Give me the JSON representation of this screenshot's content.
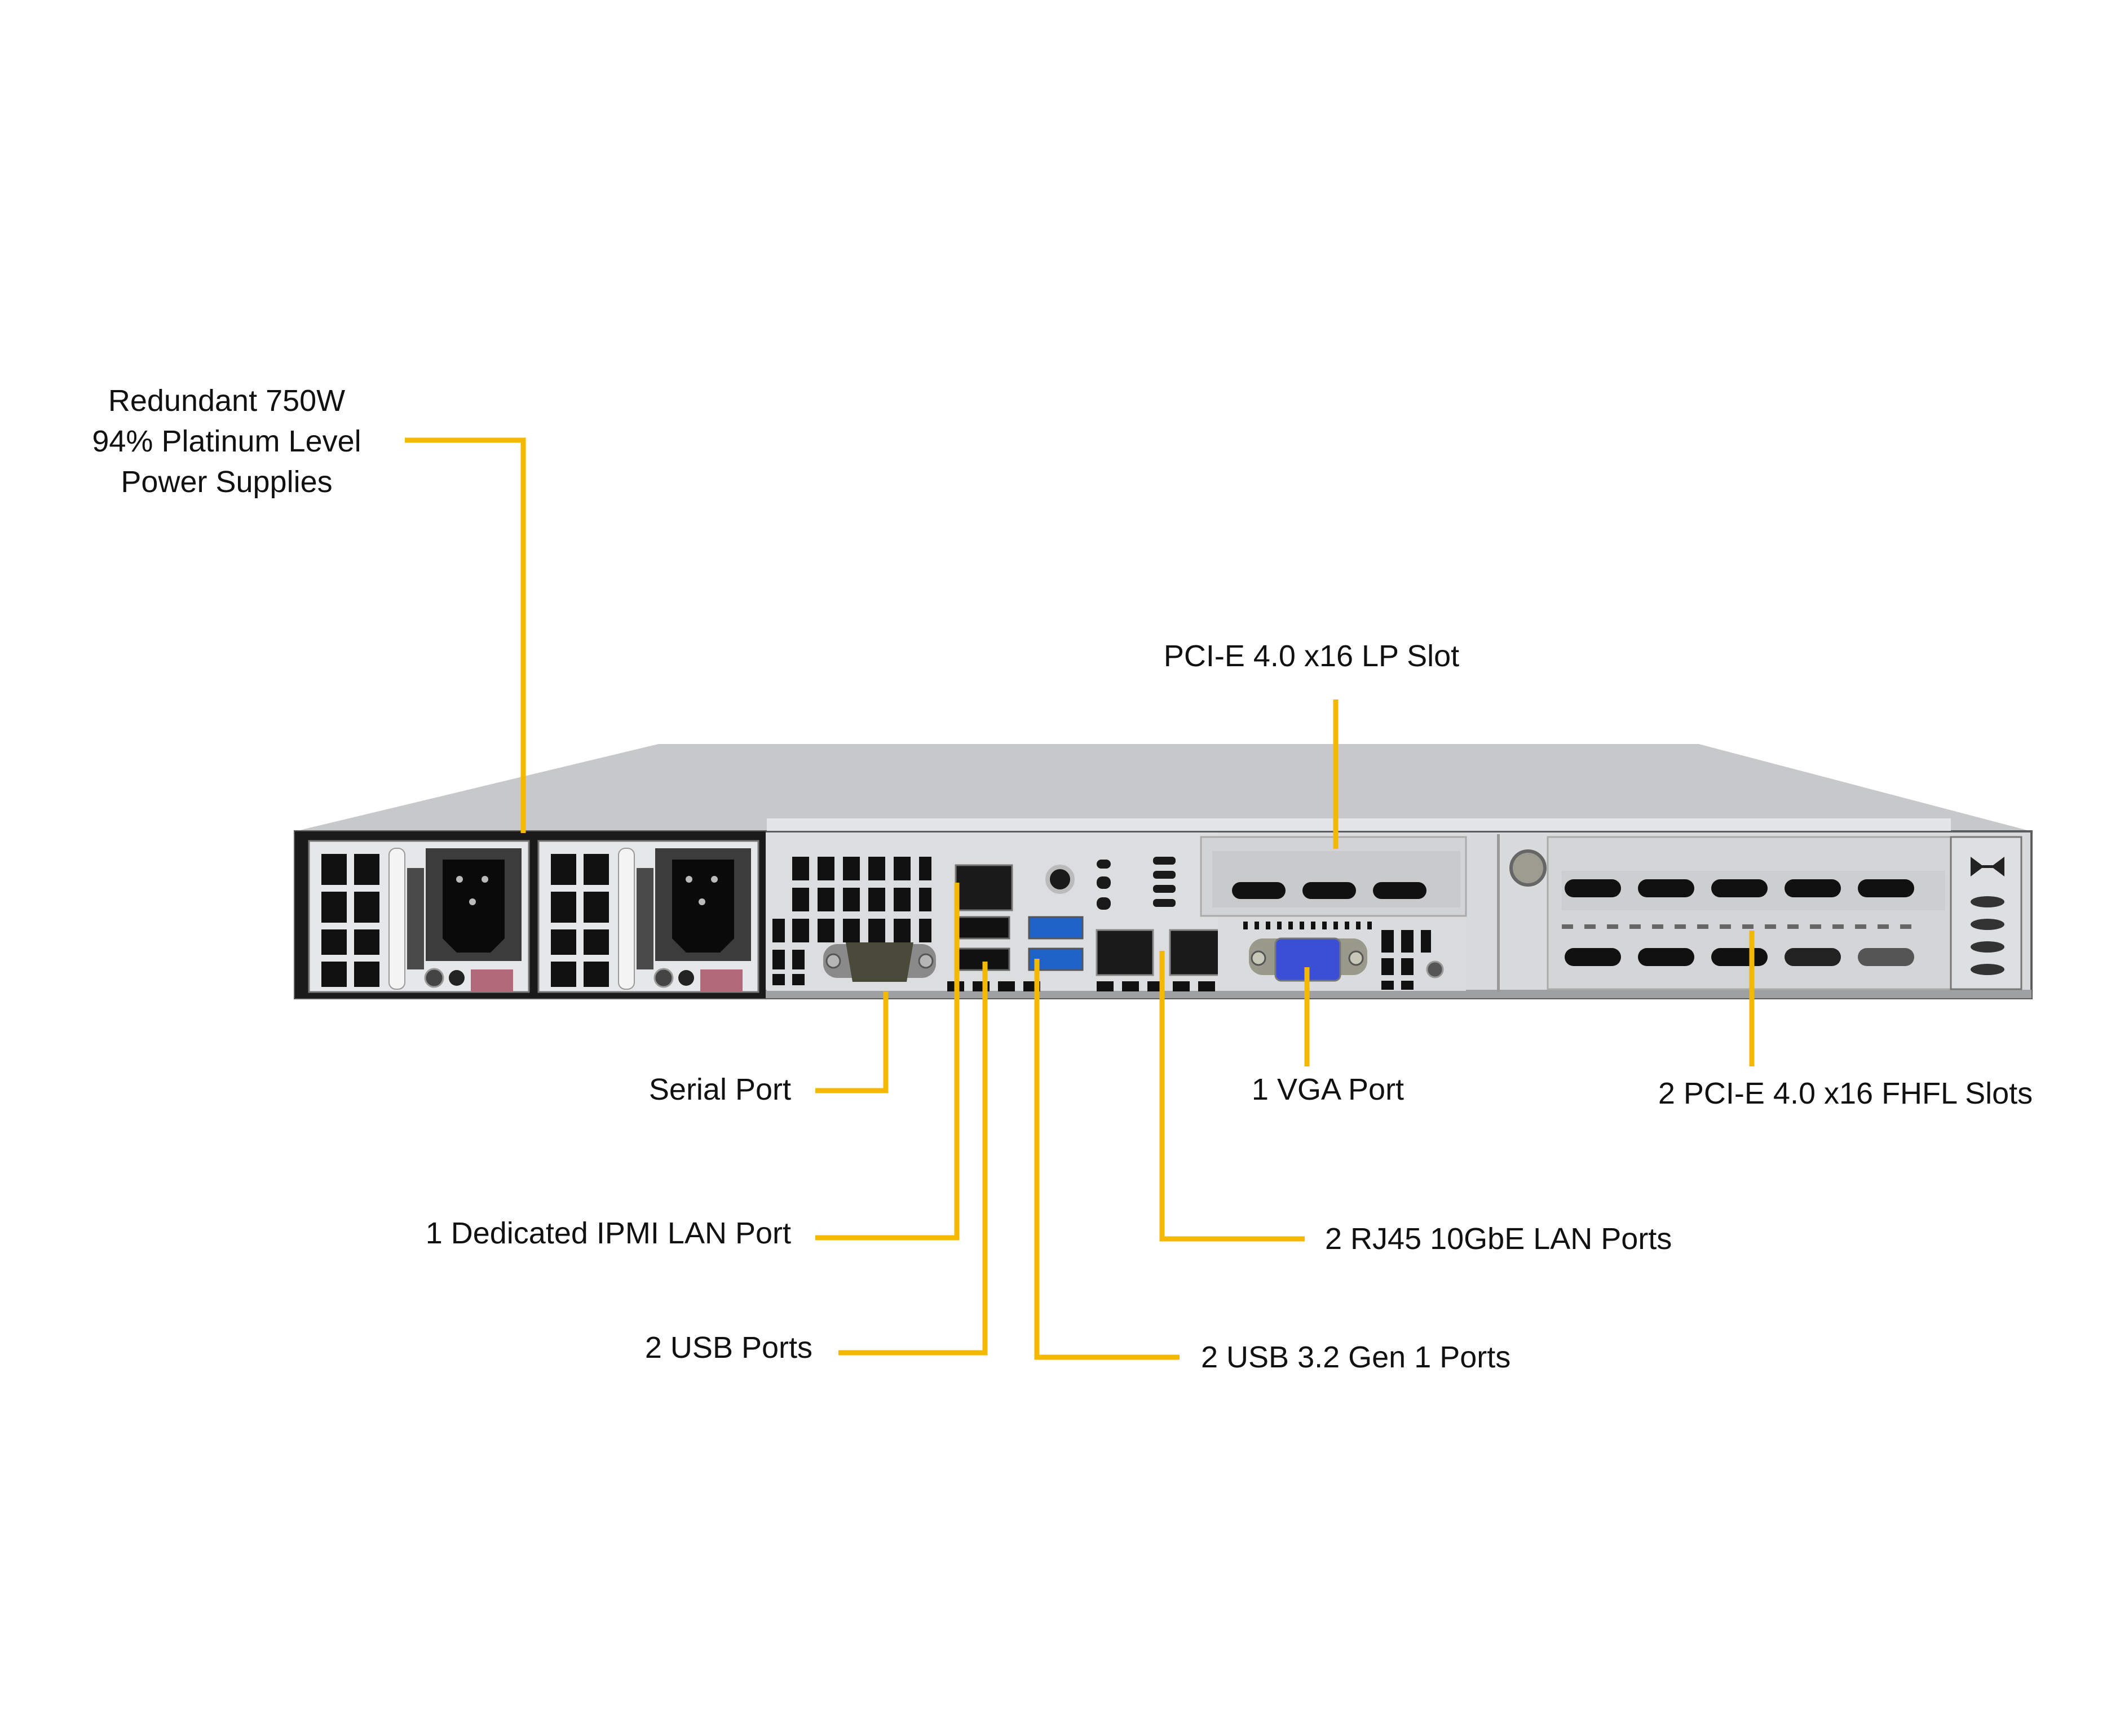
{
  "colors": {
    "leader": "#F5B800",
    "chassis_top": "#c4c6c8",
    "chassis_face": "#d9dbdc",
    "vent": "#111111",
    "vga": "#3a4fd6",
    "usb3": "#1f63c9",
    "psu_release_tab": "#b06a7a"
  },
  "callouts": [
    {
      "id": "power-supplies",
      "lines": [
        "Redundant 750W",
        "94% Platinum Level",
        "Power Supplies"
      ]
    },
    {
      "id": "pcie-lp-slot",
      "lines": [
        "PCI-E 4.0 x16 LP Slot"
      ]
    },
    {
      "id": "serial-port",
      "lines": [
        "Serial Port"
      ]
    },
    {
      "id": "ipmi-lan-port",
      "lines": [
        "1 Dedicated IPMI LAN Port"
      ]
    },
    {
      "id": "usb-ports",
      "lines": [
        "2 USB Ports"
      ]
    },
    {
      "id": "usb32-ports",
      "lines": [
        "2 USB 3.2 Gen 1 Ports"
      ]
    },
    {
      "id": "rj45-lan-ports",
      "lines": [
        "2 RJ45 10GbE LAN Ports"
      ]
    },
    {
      "id": "vga-port",
      "lines": [
        "1 VGA Port"
      ]
    },
    {
      "id": "pcie-fhfl-slots",
      "lines": [
        "2 PCI-E 4.0 x16 FHFL Slots"
      ]
    }
  ],
  "components": {
    "power_supplies": 2,
    "serial_ports": 1,
    "ipmi_lan_ports": 1,
    "usb2_ports": 2,
    "usb32_ports": 2,
    "rj45_lan_ports": 2,
    "vga_ports": 1,
    "pcie_lp_slots": 1,
    "pcie_fhfl_slots": 2
  }
}
